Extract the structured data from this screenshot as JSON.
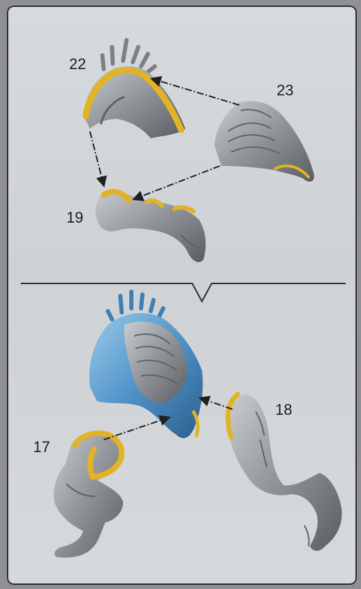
{
  "callouts": {
    "part_22": "22",
    "part_23": "23",
    "part_19": "19",
    "part_18": "18",
    "part_17": "17"
  },
  "colors": {
    "background": "#8e9093",
    "panel": "#d3d6d9",
    "frame": "#2a2c30",
    "grey_part": "#9a9ea3",
    "yellow_contact": "#e2b324",
    "blue_assembled": "#4f93c8",
    "arrow": "#1f2023"
  },
  "icons": {
    "assembly_arrow": "dash-dot-arrow",
    "divider_pointer": "down-pointing-notch"
  }
}
